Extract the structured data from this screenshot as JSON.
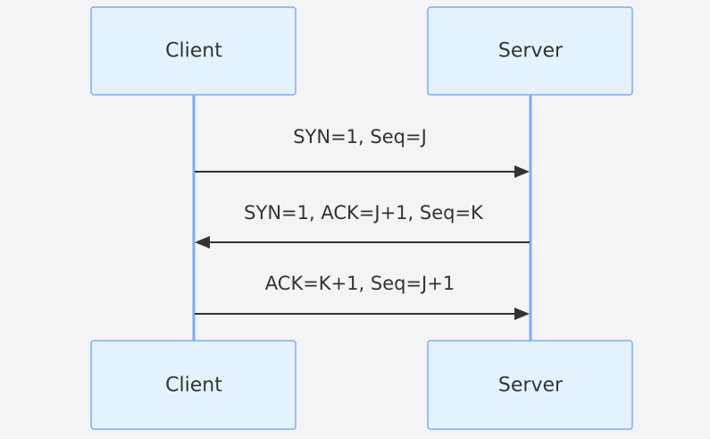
{
  "diagram": {
    "type": "sequence",
    "participants": [
      "Client",
      "Server"
    ],
    "top_labels": {
      "client": "Client",
      "server": "Server"
    },
    "bottom_labels": {
      "client": "Client",
      "server": "Server"
    },
    "messages": [
      {
        "from": "Client",
        "to": "Server",
        "label": "SYN=1, Seq=J"
      },
      {
        "from": "Server",
        "to": "Client",
        "label": "SYN=1, ACK=J+1, Seq=K"
      },
      {
        "from": "Client",
        "to": "Server",
        "label": "ACK=K+1, Seq=J+1"
      }
    ]
  },
  "colors": {
    "background": "#f3f4f6",
    "box_fill": "#e3f2fc",
    "box_stroke": "#7fabf0",
    "lifeline": "#7fabf0",
    "arrow": "#333333",
    "text": "#333333"
  }
}
